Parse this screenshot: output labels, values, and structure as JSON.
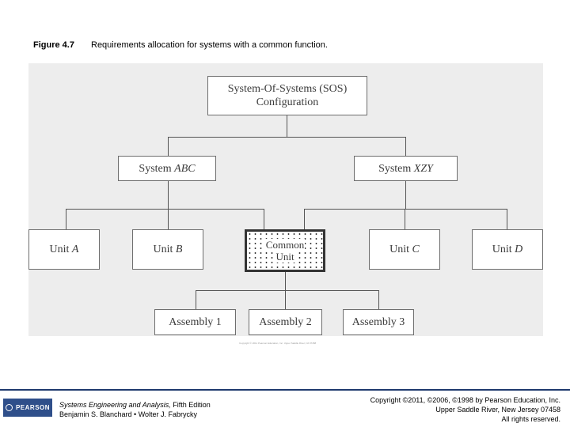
{
  "figure": {
    "label": "Figure 4.7",
    "caption": "Requirements allocation for systems with a common function."
  },
  "diagram": {
    "root": {
      "line1": "System-Of-Systems (SOS)",
      "line2": "Configuration"
    },
    "systems": [
      {
        "prefix": "System",
        "name": "ABC"
      },
      {
        "prefix": "System",
        "name": "XZY"
      }
    ],
    "units": [
      {
        "prefix": "Unit",
        "name": "A"
      },
      {
        "prefix": "Unit",
        "name": "B"
      },
      {
        "prefix": "Unit",
        "name": "C"
      },
      {
        "prefix": "Unit",
        "name": "D"
      }
    ],
    "common_unit": {
      "line1": "Common",
      "line2": "Unit"
    },
    "assemblies": [
      "Assembly 1",
      "Assembly 2",
      "Assembly 3"
    ],
    "figure_copyright": "Copyright © 2011 Pearson Education, Inc. Upper Saddle River, NJ 07458"
  },
  "footer": {
    "logo": "PEARSON",
    "book_title": "Systems Engineering and Analysis,",
    "edition": " Fifth Edition",
    "authors": "Benjamin S. Blanchard • Wolter J. Fabrycky",
    "copyright_line1": "Copyright ©2011, ©2006, ©1998 by Pearson Education, Inc.",
    "copyright_line2": "Upper Saddle River, New Jersey 07458",
    "copyright_line3": "All rights reserved."
  },
  "colors": {
    "box_border": "#6e6e6e",
    "diagram_bg": "#ededed",
    "logo_bg": "#2f4f8a"
  }
}
